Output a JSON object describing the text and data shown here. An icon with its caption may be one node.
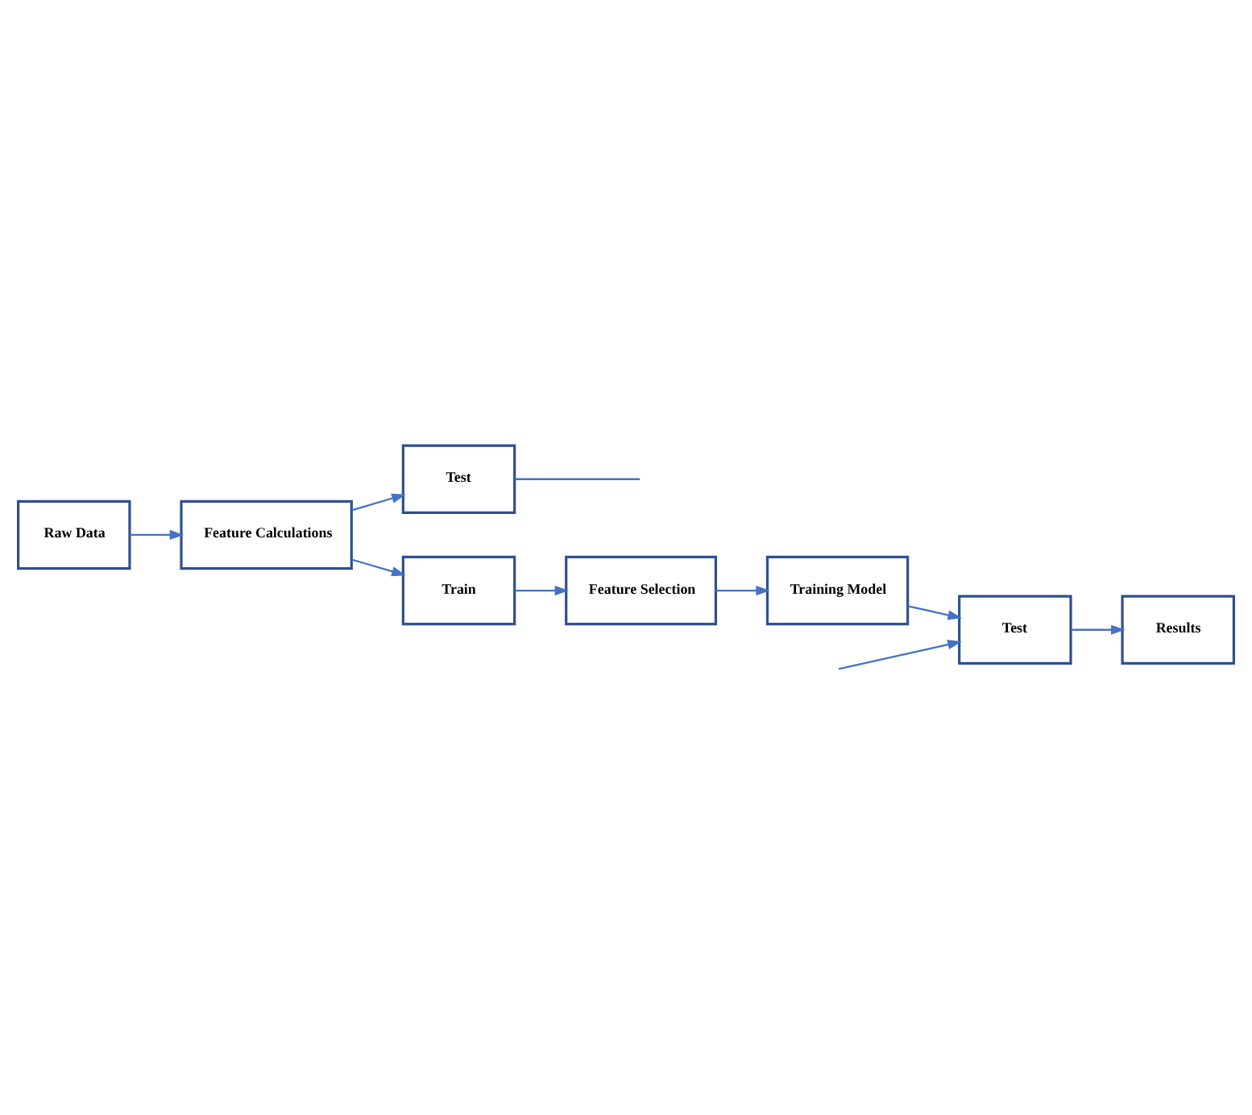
{
  "diagram": {
    "nodes": [
      {
        "text": [
          "Raw Data"
        ]
      },
      {
        "text": [
          "Feature Calculations"
        ]
      },
      {
        "text": [
          "Test"
        ]
      },
      {
        "text": [
          "Train"
        ]
      },
      {
        "text": [
          "Feature Selection"
        ]
      },
      {
        "text": [
          "Results"
        ]
      },
      {
        "text": [
          "Test"
        ]
      },
      {
        "text": [
          "Training Model"
        ]
      }
    ],
    "edges": [
      {
        "from": 0,
        "to": 1,
        "arrow": "to"
      },
      {
        "from": 1,
        "to": 2,
        "arrow": "to"
      },
      {
        "from": 1,
        "to": 3,
        "arrow": "to"
      },
      {
        "from": 3,
        "to": 4,
        "arrow": "to"
      },
      {
        "from": 4,
        "to": 7,
        "arrow": "to"
      },
      {
        "from": 7,
        "to": 6,
        "arrow": "to"
      },
      {
        "from": 6,
        "to": 5,
        "arrow": "to"
      },
      {
        "from": 2,
        "to": null,
        "arrow": "none"
      },
      {
        "from": null,
        "to": 6,
        "arrow": "to"
      }
    ]
  }
}
